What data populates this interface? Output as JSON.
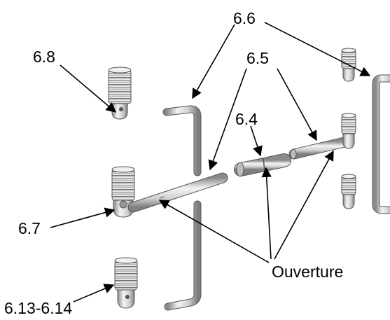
{
  "labels": {
    "part_6_6": "6.6",
    "part_6_8": "6.8",
    "part_6_5": "6.5",
    "part_6_4": "6.4",
    "part_6_7": "6.7",
    "opening": "Ouverture",
    "part_6_13_6_14": "6.13-6.14"
  },
  "colors": {
    "line": "#000000",
    "metal_light": "#f2f2f2",
    "metal_mid": "#c8c8c8",
    "metal_dark": "#8a8a8a",
    "background": "#ffffff"
  }
}
